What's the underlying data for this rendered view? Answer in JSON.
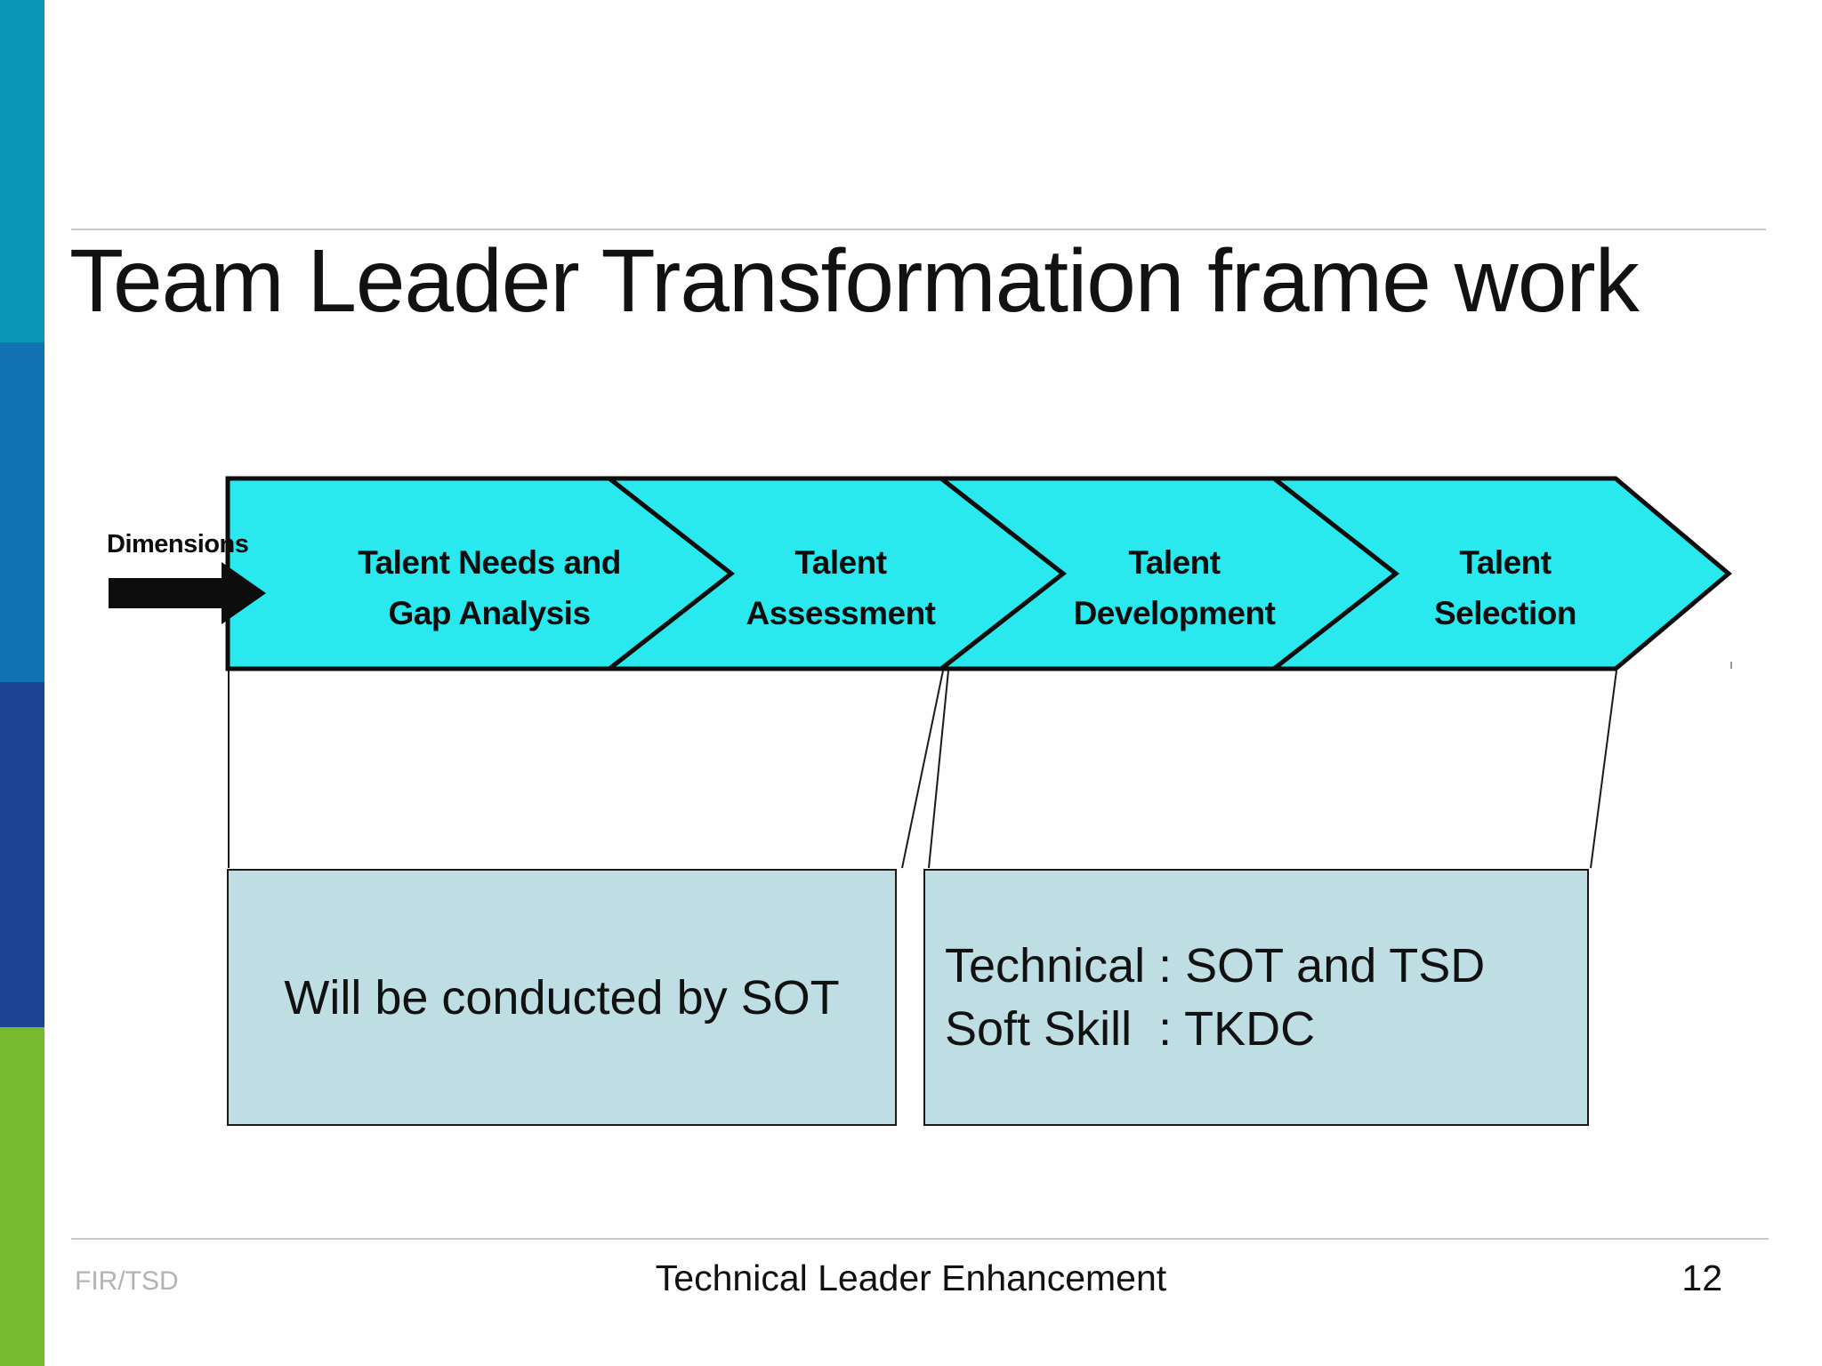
{
  "slide": {
    "title": "Team Leader Transformation frame work",
    "dimensions_label": "Dimensions",
    "chevrons": [
      {
        "line1": "Talent Needs and",
        "line2": "Gap Analysis"
      },
      {
        "line1": "Talent",
        "line2": "Assessment"
      },
      {
        "line1": "Talent",
        "line2": "Development"
      },
      {
        "line1": "Talent",
        "line2": "Selection"
      }
    ],
    "boxes": {
      "left": {
        "text": "Will be conducted by SOT"
      },
      "right": {
        "line1": "Technical : SOT and TSD",
        "line2": "Soft Skill  : TKDC"
      }
    },
    "footer": {
      "left": "FIR/TSD",
      "center": "Technical Leader Enhancement",
      "page_number": "12"
    }
  },
  "colors": {
    "chevron_fill": "#29e8ee",
    "chevron_stroke": "#0d0d0d",
    "callout_box_fill": "#bedee4",
    "sidebar_segments": [
      "#0896b8",
      "#1173b4",
      "#1c4496",
      "#77b92f"
    ],
    "rule_gray": "#c9c9c9",
    "footer_muted": "#b3b3b3"
  }
}
